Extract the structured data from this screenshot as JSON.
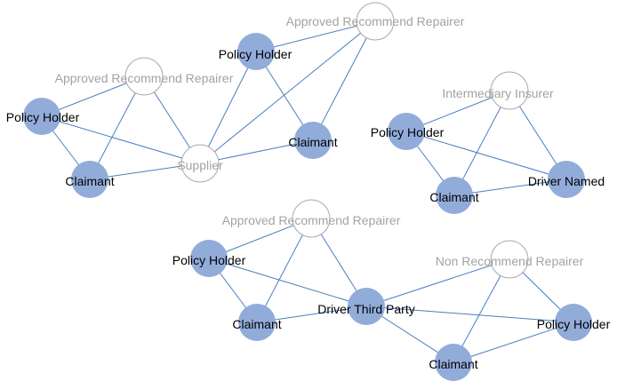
{
  "nodes": [
    {
      "id": "arr1",
      "label": "Approved Recommend Repairer",
      "style": "empty"
    },
    {
      "id": "ph1",
      "label": "Policy Holder",
      "style": "filled"
    },
    {
      "id": "cl1",
      "label": "Claimant",
      "style": "filled"
    },
    {
      "id": "sup",
      "label": "Supplier",
      "style": "empty"
    },
    {
      "id": "arr2",
      "label": "Approved Recommend Repairer",
      "style": "empty"
    },
    {
      "id": "ph2",
      "label": "Policy Holder",
      "style": "filled"
    },
    {
      "id": "cl2",
      "label": "Claimant",
      "style": "filled"
    },
    {
      "id": "ii",
      "label": "Intermediary Insurer",
      "style": "empty"
    },
    {
      "id": "ph3",
      "label": "Policy Holder",
      "style": "filled"
    },
    {
      "id": "cl3",
      "label": "Claimant",
      "style": "filled"
    },
    {
      "id": "dn",
      "label": "Driver Named",
      "style": "filled"
    },
    {
      "id": "arr3",
      "label": "Approved Recommend Repairer",
      "style": "empty"
    },
    {
      "id": "ph4",
      "label": "Policy Holder",
      "style": "filled"
    },
    {
      "id": "cl4",
      "label": "Claimant",
      "style": "filled"
    },
    {
      "id": "dtp",
      "label": "Driver Third Party",
      "style": "filled"
    },
    {
      "id": "nrr",
      "label": "Non Recommend Repairer",
      "style": "empty"
    },
    {
      "id": "ph5",
      "label": "Policy Holder",
      "style": "filled"
    },
    {
      "id": "cl5",
      "label": "Claimant",
      "style": "filled"
    }
  ],
  "edges": [
    [
      "ph1",
      "arr1"
    ],
    [
      "ph1",
      "cl1"
    ],
    [
      "ph1",
      "sup"
    ],
    [
      "cl1",
      "arr1"
    ],
    [
      "cl1",
      "sup"
    ],
    [
      "arr1",
      "sup"
    ],
    [
      "sup",
      "ph2"
    ],
    [
      "sup",
      "arr2"
    ],
    [
      "sup",
      "cl2"
    ],
    [
      "ph2",
      "arr2"
    ],
    [
      "ph2",
      "cl2"
    ],
    [
      "arr2",
      "cl2"
    ],
    [
      "ph3",
      "ii"
    ],
    [
      "ph3",
      "cl3"
    ],
    [
      "ph3",
      "dn"
    ],
    [
      "ii",
      "cl3"
    ],
    [
      "ii",
      "dn"
    ],
    [
      "cl3",
      "dn"
    ],
    [
      "ph4",
      "arr3"
    ],
    [
      "ph4",
      "cl4"
    ],
    [
      "ph4",
      "dtp"
    ],
    [
      "arr3",
      "cl4"
    ],
    [
      "arr3",
      "dtp"
    ],
    [
      "cl4",
      "dtp"
    ],
    [
      "dtp",
      "nrr"
    ],
    [
      "dtp",
      "ph5"
    ],
    [
      "dtp",
      "cl5"
    ],
    [
      "nrr",
      "ph5"
    ],
    [
      "nrr",
      "cl5"
    ],
    [
      "ph5",
      "cl5"
    ]
  ]
}
